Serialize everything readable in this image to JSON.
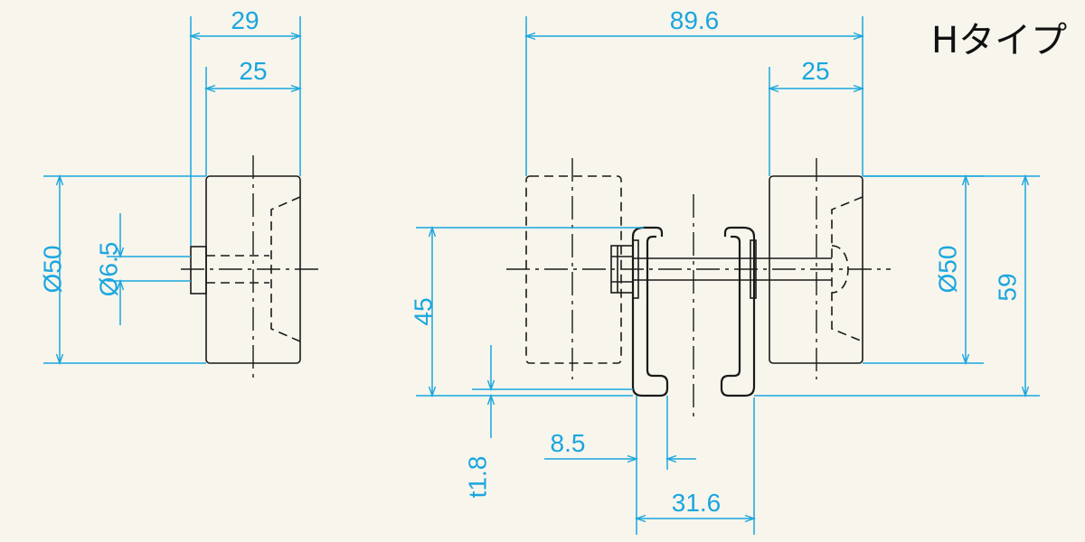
{
  "title": "Hタイプ",
  "dimensions": {
    "left_width_total": "29",
    "left_width_roller": "25",
    "left_diameter": "Ø50",
    "left_shaft_diameter": "Ø6.5",
    "overall_width": "89.6",
    "right_width_roller": "25",
    "rail_height": "45",
    "right_diameter": "Ø50",
    "overall_height": "59",
    "thickness": "t1.8",
    "slot_width": "8.5",
    "rail_width": "31.6"
  },
  "colors": {
    "dimension": "#1aa6df",
    "outline": "#1a1a1a",
    "background": "#f7f5ec"
  }
}
